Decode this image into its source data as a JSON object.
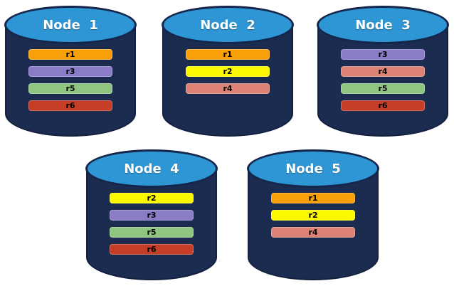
{
  "diagram": {
    "description": "Database cluster replica placement",
    "background": "#ffffff"
  },
  "colors": {
    "cylinder_body": "#1C2B50",
    "cylinder_outline": "#14264C",
    "cylinder_top": "#2E96D4",
    "title_text": "#ffffff",
    "bar_text": "#000000",
    "replica_colors": {
      "r1": "#F9A009",
      "r2": "#FCF800",
      "r3": "#8B7CC8",
      "r4": "#DC8375",
      "r5": "#90C581",
      "r6": "#C63E28"
    }
  },
  "nodes": [
    {
      "title": "Node  1",
      "replicas": [
        "r1",
        "r3",
        "r5",
        "r6"
      ]
    },
    {
      "title": "Node  2",
      "replicas": [
        "r1",
        "r2",
        "r4"
      ]
    },
    {
      "title": "Node  3",
      "replicas": [
        "r3",
        "r4",
        "r5",
        "r6"
      ]
    },
    {
      "title": "Node  4",
      "replicas": [
        "r2",
        "r3",
        "r5",
        "r6"
      ]
    },
    {
      "title": "Node  5",
      "replicas": [
        "r1",
        "r2",
        "r4"
      ]
    }
  ]
}
